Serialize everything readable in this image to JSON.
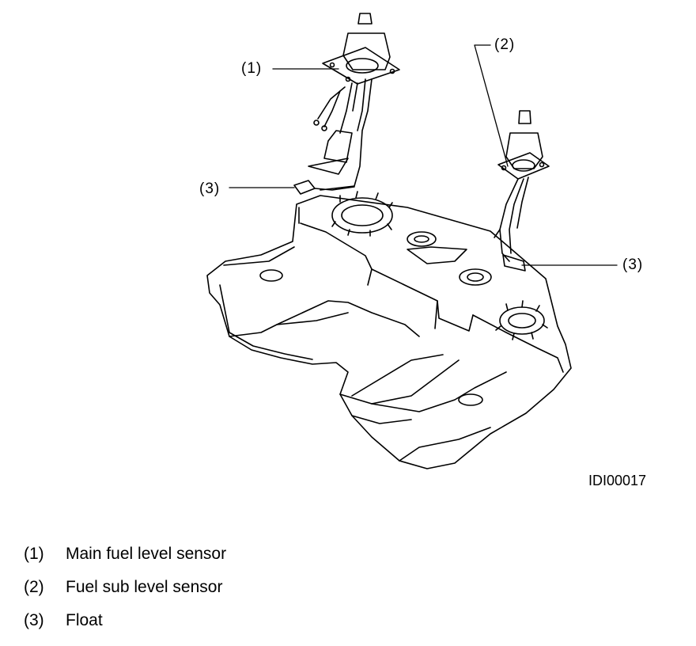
{
  "callouts": {
    "main_sensor": "(1)",
    "sub_sensor": "(2)",
    "float_left": "(3)",
    "float_right": "(3)"
  },
  "figure_id": "IDI00017",
  "legend": [
    {
      "num": "(1)",
      "text": "Main fuel level sensor"
    },
    {
      "num": "(2)",
      "text": "Fuel sub level sensor"
    },
    {
      "num": "(3)",
      "text": "Float"
    }
  ]
}
